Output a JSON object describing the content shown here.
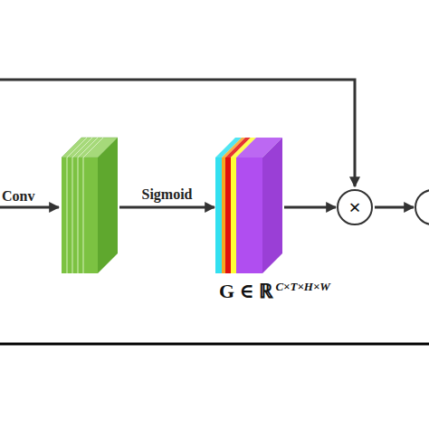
{
  "diagram": {
    "nodes": [
      {
        "text": []
      },
      {
        "text": [
          "G ∈ ℝ",
          "C×T×H×W"
        ]
      },
      {
        "text": [
          "×"
        ]
      },
      {
        "text": []
      }
    ],
    "edges": [
      {
        "from": 0,
        "to": 1,
        "arrow": "to",
        "label": "Sigmoid"
      },
      {
        "from": 1,
        "to": 2,
        "arrow": "to"
      },
      {
        "from": 2,
        "to": 3,
        "arrow": "to"
      }
    ],
    "labels": [
      "Conv"
    ]
  }
}
